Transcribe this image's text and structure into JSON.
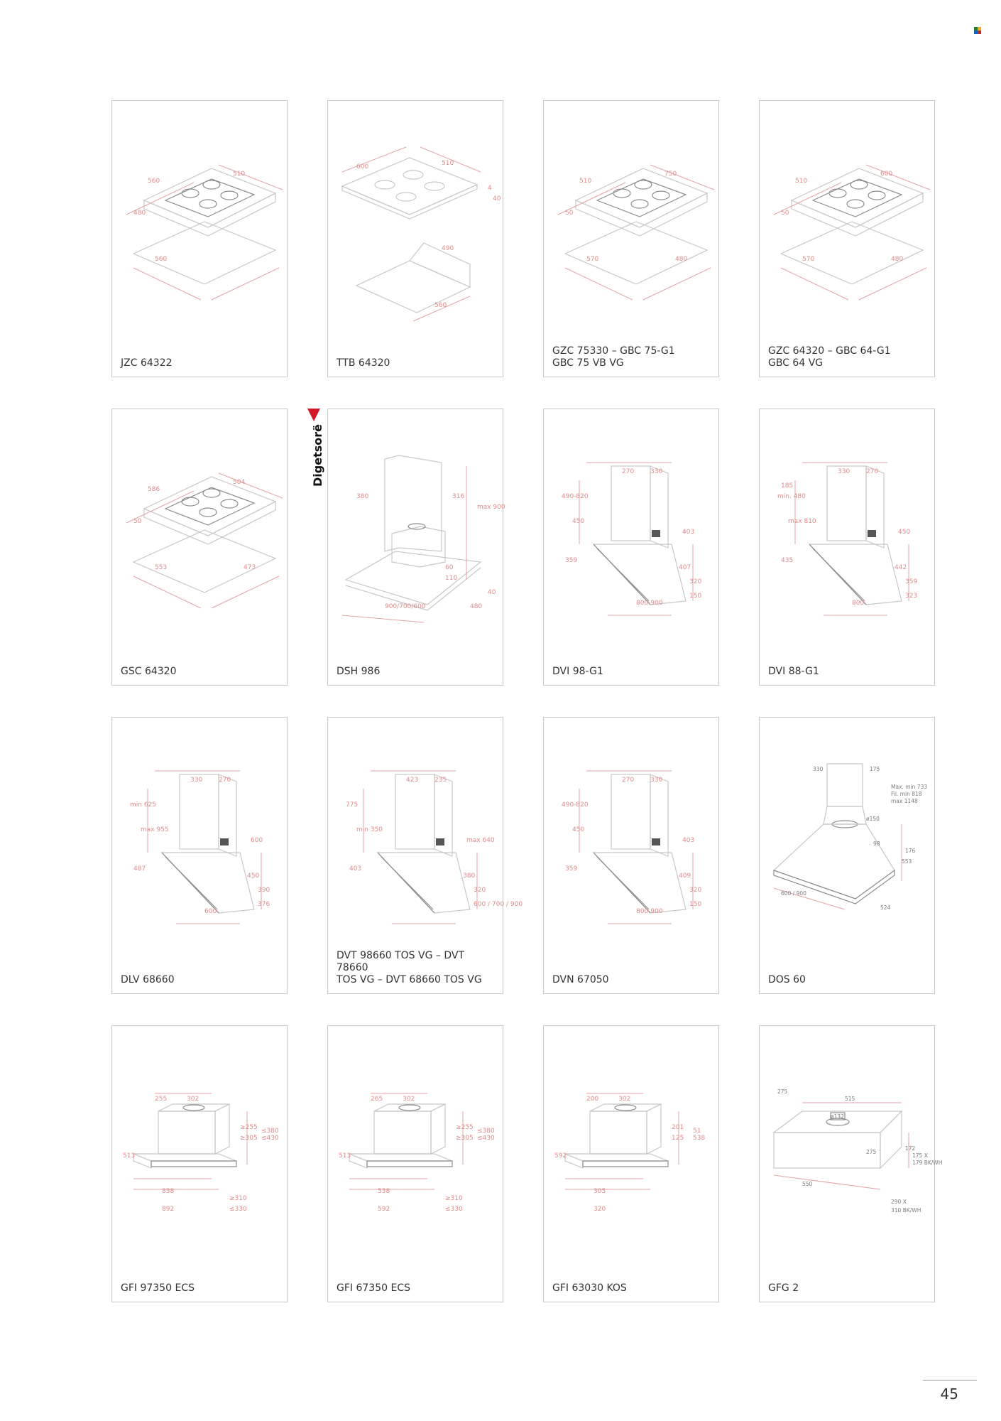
{
  "section_tab": "Digetsorë",
  "page_number": "45",
  "brand_colors": {
    "accent": "#d1192a",
    "line": "#c8c8c8",
    "dimension": "#e08a8a"
  },
  "products": [
    {
      "label": "JZC 64322",
      "type": "hob",
      "dims": [
        "560",
        "510",
        "480",
        "560"
      ]
    },
    {
      "label": "TTB 64320",
      "type": "hob-flat",
      "dims": [
        "600",
        "510",
        "4",
        "40",
        "490",
        "560"
      ]
    },
    {
      "label": "GZC 75330 – GBC 75-G1\nGBC 75 VB VG",
      "type": "hob",
      "dims": [
        "510",
        "750",
        "50",
        "570",
        "480"
      ]
    },
    {
      "label": "GZC 64320 – GBC 64-G1\nGBC 64 VG",
      "type": "hob",
      "dims": [
        "510",
        "600",
        "50",
        "570",
        "480"
      ]
    },
    {
      "label": "GSC 64320",
      "type": "hob",
      "dims": [
        "586",
        "504",
        "50",
        "553",
        "473"
      ]
    },
    {
      "label": "DSH 986",
      "type": "island",
      "dims": [
        "380",
        "316",
        "max 900",
        "60",
        "110",
        "40",
        "480",
        "900/700/600"
      ]
    },
    {
      "label": "DVI 98-G1",
      "type": "angled",
      "dims": [
        "270",
        "330",
        "490-820",
        "450",
        "403",
        "359",
        "407",
        "320",
        "150",
        "800-900"
      ]
    },
    {
      "label": "DVI 88-G1",
      "type": "angled",
      "dims": [
        "330",
        "270",
        "min. 480",
        "max 810",
        "450",
        "435",
        "442",
        "359",
        "323",
        "800",
        "185"
      ]
    },
    {
      "label": "DLV 68660",
      "type": "angled",
      "dims": [
        "330",
        "270",
        "min 625",
        "max 955",
        "600",
        "487",
        "450",
        "390",
        "376",
        "600"
      ]
    },
    {
      "label": "DVT 98660 TOS VG – DVT 78660\nTOS VG – DVT 68660 TOS VG",
      "type": "angled",
      "dims": [
        "423",
        "235",
        "775",
        "min 350",
        "max 640",
        "403",
        "380",
        "320",
        "600 / 700 / 900"
      ]
    },
    {
      "label": "DVN 67050",
      "type": "angled",
      "dims": [
        "270",
        "330",
        "490-820",
        "450",
        "403",
        "359",
        "409",
        "320",
        "150",
        "800-900"
      ]
    },
    {
      "label": "DOS 60",
      "type": "chimney",
      "dims": [
        "330",
        "175",
        "Max. min 733",
        "Fil. min 818",
        "max 1148",
        "ø150",
        "98",
        "176",
        "553",
        "600 / 900",
        "524"
      ]
    },
    {
      "label": "GFI 97350 ECS",
      "type": "integrated",
      "dims": [
        "255",
        "302",
        "≥255",
        "≥305",
        "≤380",
        "≤430",
        "513",
        "838",
        "892",
        "≥310",
        "≤330"
      ]
    },
    {
      "label": "GFI 67350 ECS",
      "type": "integrated",
      "dims": [
        "265",
        "302",
        "≥255",
        "≥305",
        "≤380",
        "≤430",
        "513",
        "538",
        "592",
        "≥310",
        "≤330"
      ]
    },
    {
      "label": "GFI 63030 KOS",
      "type": "integrated",
      "dims": [
        "200",
        "302",
        "201",
        "125",
        "51",
        "538",
        "592",
        "305",
        "320"
      ]
    },
    {
      "label": "GFG 2",
      "type": "group",
      "dims": [
        "275",
        "515",
        "ø132",
        "275",
        "172",
        "175 X",
        "179 BK/WH",
        "550",
        "290 X",
        "310 BK/WH"
      ]
    }
  ]
}
